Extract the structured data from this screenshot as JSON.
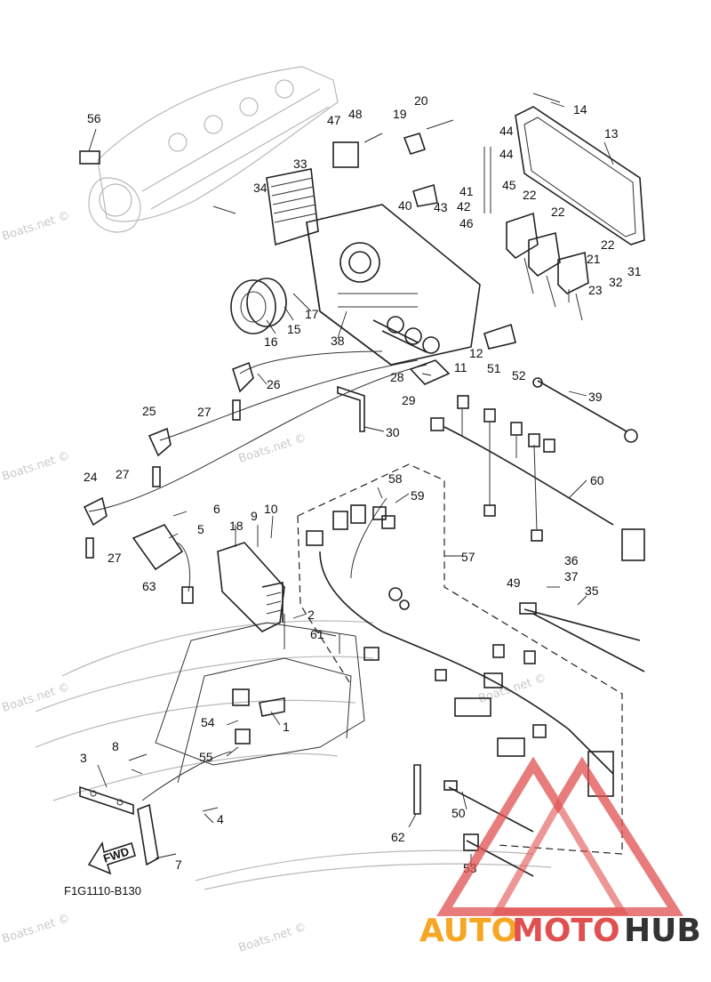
{
  "diagram": {
    "code": "F1G1110-B130",
    "fwd_label": "FWD",
    "watermark_text": "Boats.net ©",
    "logo": {
      "text_auto": "AUTO",
      "text_moto": "MOTO",
      "text_hub": "HUB",
      "color_orange": "#f5a623",
      "color_red": "#e05050",
      "color_dark": "#333333"
    }
  },
  "callouts": [
    {
      "id": "c1",
      "text": "1"
    },
    {
      "id": "c2",
      "text": "2"
    },
    {
      "id": "c3",
      "text": "3"
    },
    {
      "id": "c4",
      "text": "4"
    },
    {
      "id": "c5",
      "text": "5"
    },
    {
      "id": "c6",
      "text": "6"
    },
    {
      "id": "c7",
      "text": "7"
    },
    {
      "id": "c8",
      "text": "8"
    },
    {
      "id": "c9",
      "text": "9"
    },
    {
      "id": "c10",
      "text": "10"
    },
    {
      "id": "c11",
      "text": "11"
    },
    {
      "id": "c12",
      "text": "12"
    },
    {
      "id": "c13",
      "text": "13"
    },
    {
      "id": "c14",
      "text": "14"
    },
    {
      "id": "c15",
      "text": "15"
    },
    {
      "id": "c16",
      "text": "16"
    },
    {
      "id": "c17",
      "text": "17"
    },
    {
      "id": "c18",
      "text": "18"
    },
    {
      "id": "c19",
      "text": "19"
    },
    {
      "id": "c20",
      "text": "20"
    },
    {
      "id": "c21",
      "text": "21"
    },
    {
      "id": "c22a",
      "text": "22"
    },
    {
      "id": "c22b",
      "text": "22"
    },
    {
      "id": "c22c",
      "text": "22"
    },
    {
      "id": "c23",
      "text": "23"
    },
    {
      "id": "c24",
      "text": "24"
    },
    {
      "id": "c25",
      "text": "25"
    },
    {
      "id": "c26",
      "text": "26"
    },
    {
      "id": "c27a",
      "text": "27"
    },
    {
      "id": "c27b",
      "text": "27"
    },
    {
      "id": "c27c",
      "text": "27"
    },
    {
      "id": "c28",
      "text": "28"
    },
    {
      "id": "c29",
      "text": "29"
    },
    {
      "id": "c30",
      "text": "30"
    },
    {
      "id": "c31",
      "text": "31"
    },
    {
      "id": "c32",
      "text": "32"
    },
    {
      "id": "c33",
      "text": "33"
    },
    {
      "id": "c34",
      "text": "34"
    },
    {
      "id": "c35",
      "text": "35"
    },
    {
      "id": "c36",
      "text": "36"
    },
    {
      "id": "c37",
      "text": "37"
    },
    {
      "id": "c38",
      "text": "38"
    },
    {
      "id": "c39",
      "text": "39"
    },
    {
      "id": "c40",
      "text": "40"
    },
    {
      "id": "c41",
      "text": "41"
    },
    {
      "id": "c42",
      "text": "42"
    },
    {
      "id": "c43",
      "text": "43"
    },
    {
      "id": "c44a",
      "text": "44"
    },
    {
      "id": "c44b",
      "text": "44"
    },
    {
      "id": "c45",
      "text": "45"
    },
    {
      "id": "c46",
      "text": "46"
    },
    {
      "id": "c47",
      "text": "47"
    },
    {
      "id": "c48",
      "text": "48"
    },
    {
      "id": "c49",
      "text": "49"
    },
    {
      "id": "c50",
      "text": "50"
    },
    {
      "id": "c51",
      "text": "51"
    },
    {
      "id": "c52",
      "text": "52"
    },
    {
      "id": "c53",
      "text": "53"
    },
    {
      "id": "c54",
      "text": "54"
    },
    {
      "id": "c55",
      "text": "55"
    },
    {
      "id": "c56",
      "text": "56"
    },
    {
      "id": "c57",
      "text": "57"
    },
    {
      "id": "c58",
      "text": "58"
    },
    {
      "id": "c59",
      "text": "59"
    },
    {
      "id": "c60",
      "text": "60"
    },
    {
      "id": "c61",
      "text": "61"
    },
    {
      "id": "c62",
      "text": "62"
    },
    {
      "id": "c63",
      "text": "63"
    }
  ]
}
